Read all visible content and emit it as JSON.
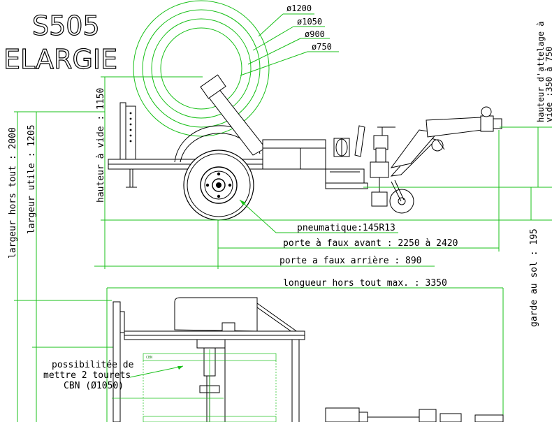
{
  "title": {
    "line1": "S505",
    "line2": "ELARGIE"
  },
  "reel_diameters": [
    "ø1200",
    "ø1050",
    "ø900",
    "ø750"
  ],
  "vertical_labels": {
    "hauteur_vide": "hauteur à vide : 1150",
    "largeur_hors_tout": "largeur hors tout : 2000",
    "largeur_utile": "largeur utile : 1205",
    "hauteur_attelage_1": "hauteur d'attelage à",
    "hauteur_attelage_2": "vide :350 à 750",
    "garde_au_sol": "garde au sol : 195"
  },
  "dimensions": {
    "pneumatique": "pneumatique:145R13",
    "porte_faux_avant": "porte à faux avant : 2250 à 2420",
    "porte_faux_arriere": "porte a faux arrière : 890",
    "longueur": "longueur hors tout   max. : 3350"
  },
  "note": {
    "line1": "possibilitée de",
    "line2": "mettre 2 tourets",
    "line3": "CBN (Ø1050)"
  },
  "small_label": "CBN"
}
